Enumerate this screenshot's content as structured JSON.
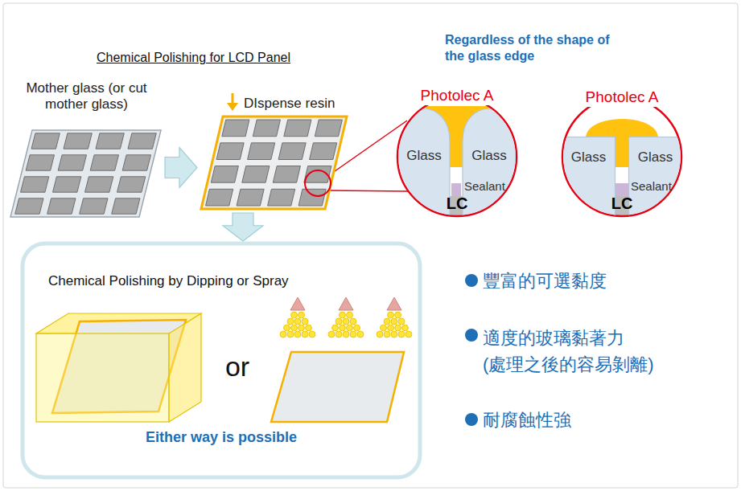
{
  "diagram": {
    "title": "Chemical Polishing for LCD Panel",
    "nodes": [
      {
        "text": [
          "Mother glass (or cut mother glass)"
        ]
      },
      {
        "text": [
          "DIspense resin"
        ]
      },
      {
        "text": [
          "Chemical Polishing by Dipping or Spray",
          "or",
          "Either way is possible"
        ]
      },
      {
        "text": [
          "Photolec A",
          "Sealant",
          "LC"
        ]
      },
      {
        "text": [
          "Glass"
        ],
        "in": 3
      },
      {
        "text": [
          "Glass"
        ],
        "in": 3
      },
      {
        "text": [
          "Photolec A",
          "Sealant",
          "LC"
        ]
      },
      {
        "text": [
          "Glass"
        ],
        "in": 6
      },
      {
        "text": [
          "Glass"
        ],
        "in": 6
      }
    ],
    "edges": [
      {
        "from": 0,
        "to": 1,
        "arrow": "to"
      },
      {
        "from": 1,
        "to": 2,
        "arrow": "to"
      }
    ],
    "labels": [
      "Regardless of the shape of the glass edge",
      "豐富的可選黏度",
      "適度的玻璃黏著力 (處理之後的容易剝離)",
      "耐腐蝕性強"
    ]
  }
}
